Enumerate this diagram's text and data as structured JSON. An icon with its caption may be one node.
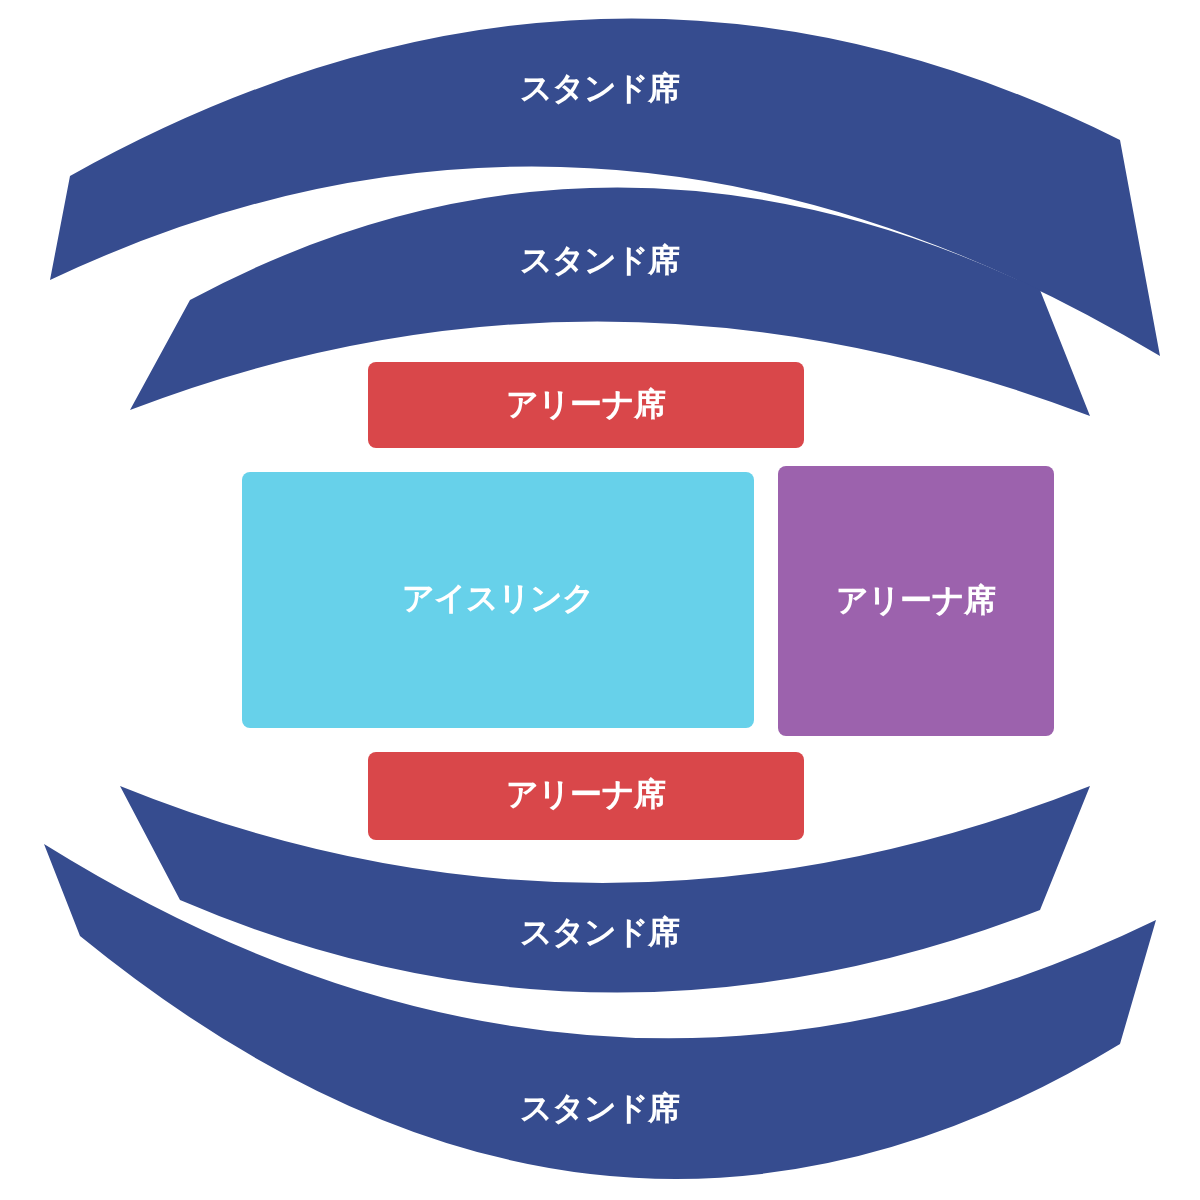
{
  "diagram": {
    "nodes": [
      {
        "text": [
          "スタンド席"
        ]
      },
      {
        "text": [
          "スタンド席"
        ]
      },
      {
        "text": [
          "アリーナ席"
        ]
      },
      {
        "text": [
          "アイスリンク"
        ]
      },
      {
        "text": [
          "アリーナ席"
        ]
      },
      {
        "text": [
          "アリーナ席"
        ]
      },
      {
        "text": [
          "スタンド席"
        ]
      },
      {
        "text": [
          "スタンド席"
        ]
      }
    ]
  }
}
